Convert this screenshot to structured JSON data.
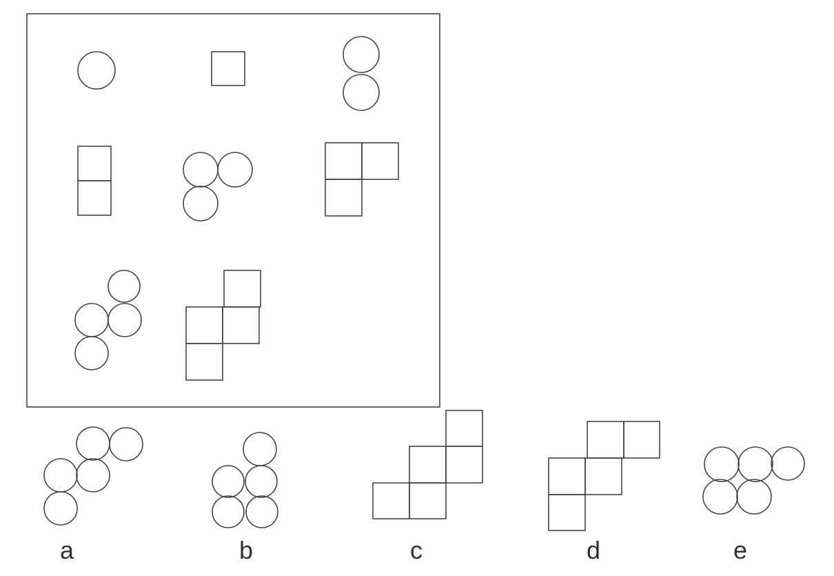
{
  "matrix": {
    "cells": [
      {
        "id": "r1c1",
        "shape": "circle",
        "count": 1
      },
      {
        "id": "r1c2",
        "shape": "square",
        "count": 1
      },
      {
        "id": "r1c3",
        "shape": "circle",
        "count": 2
      },
      {
        "id": "r2c1",
        "shape": "square",
        "count": 2
      },
      {
        "id": "r2c2",
        "shape": "circle",
        "count": 3
      },
      {
        "id": "r2c3",
        "shape": "square",
        "count": 3
      },
      {
        "id": "r3c1",
        "shape": "circle",
        "count": 4
      },
      {
        "id": "r3c2",
        "shape": "square",
        "count": 4
      },
      {
        "id": "r3c3",
        "shape": "missing",
        "count": 0
      }
    ]
  },
  "options": [
    {
      "label": "a",
      "shape": "circle",
      "count": 5
    },
    {
      "label": "b",
      "shape": "circle",
      "count": 5
    },
    {
      "label": "c",
      "shape": "square",
      "count": 5
    },
    {
      "label": "d",
      "shape": "square",
      "count": 5
    },
    {
      "label": "e",
      "shape": "circle",
      "count": 5
    }
  ],
  "colors": {
    "stroke": "#444444",
    "label": "#333333",
    "background": "#ffffff"
  }
}
